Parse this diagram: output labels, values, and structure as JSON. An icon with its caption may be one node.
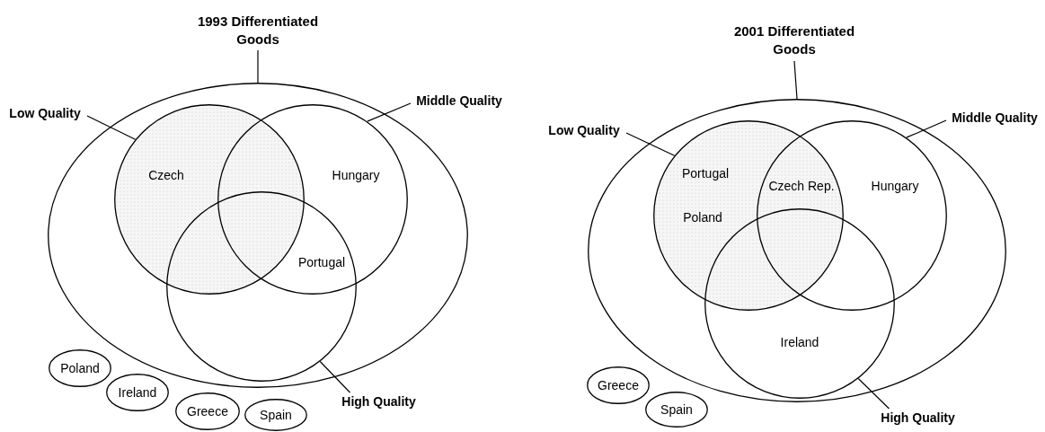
{
  "diagram": {
    "nodes": [
      {
        "text": [
          "1993 Differentiated Goods"
        ]
      },
      {
        "text": [],
        "shape": "ellipse"
      },
      {
        "text": [
          "Low Quality"
        ]
      },
      {
        "text": [],
        "shape": "circle",
        "in": 1
      },
      {
        "text": [
          "Middle Quality"
        ]
      },
      {
        "text": [],
        "shape": "circle",
        "in": 1
      },
      {
        "text": [],
        "shape": "circle",
        "in": 1
      },
      {
        "text": [
          "High Quality"
        ]
      },
      {
        "text": [
          "Poland"
        ]
      },
      {
        "text": [
          "Ireland"
        ]
      },
      {
        "text": [
          "Greece"
        ]
      },
      {
        "text": [
          "Spain"
        ]
      },
      {
        "text": [
          "2001 Differentiated Goods"
        ]
      },
      {
        "text": [],
        "shape": "ellipse"
      },
      {
        "text": [
          "Low Quality"
        ]
      },
      {
        "text": [],
        "shape": "circle",
        "in": 13
      },
      {
        "text": [
          "Middle Quality"
        ]
      },
      {
        "text": [],
        "shape": "circle",
        "in": 13
      },
      {
        "text": [],
        "shape": "circle",
        "in": 13
      },
      {
        "text": [
          "High Quality"
        ]
      },
      {
        "text": [
          "Greece"
        ]
      },
      {
        "text": [
          "Spain"
        ]
      }
    ],
    "edges": [
      {
        "from": 0,
        "to": 1,
        "arrow": "none"
      },
      {
        "from": 2,
        "to": 3,
        "arrow": "none"
      },
      {
        "from": 4,
        "to": 5,
        "arrow": "none"
      },
      {
        "from": 7,
        "to": 6,
        "arrow": "none"
      },
      {
        "from": 12,
        "to": 13,
        "arrow": "none"
      },
      {
        "from": 14,
        "to": 15,
        "arrow": "none"
      },
      {
        "from": 16,
        "to": 17,
        "arrow": "none"
      },
      {
        "from": 19,
        "to": 18,
        "arrow": "none"
      }
    ],
    "labels": [
      "Czech",
      "Hungary",
      "Portugal",
      "Portugal",
      "Czech Rep.",
      "Hungary",
      "Poland",
      "Ireland"
    ]
  }
}
